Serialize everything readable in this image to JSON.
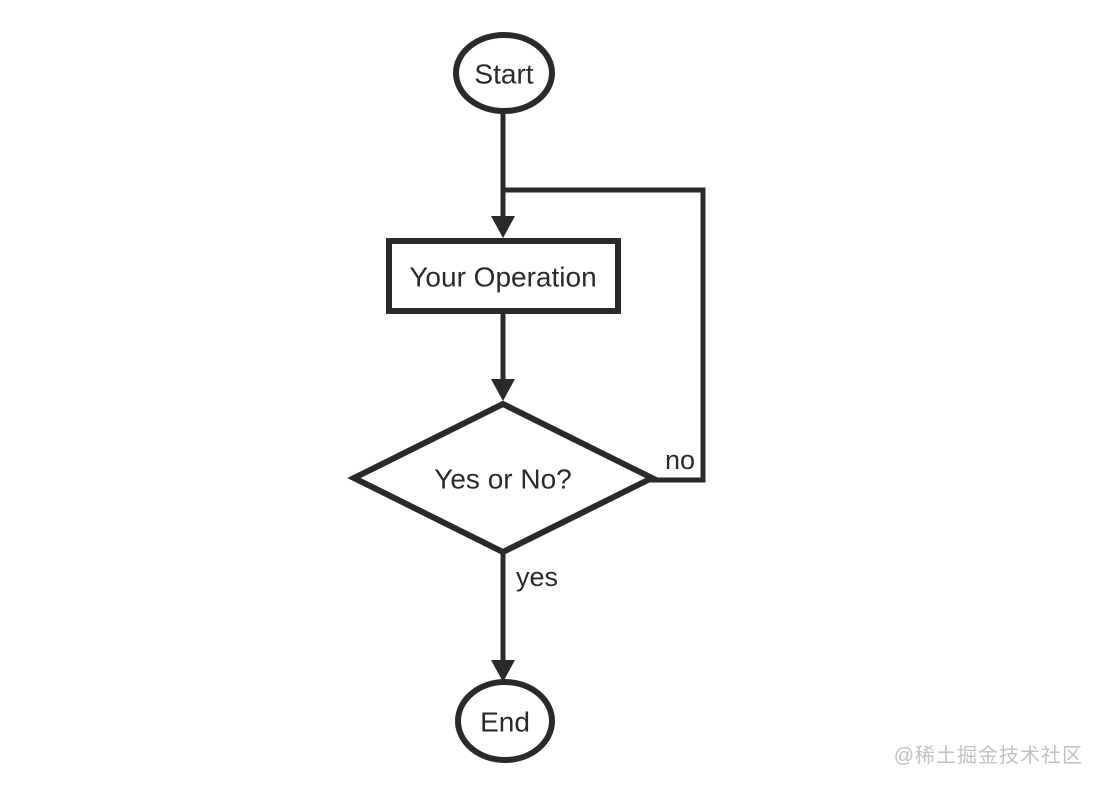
{
  "canvas": {
    "background": "#ffffff",
    "stroke_color": "#2a2a2a",
    "text_color": "#2a2a2a"
  },
  "flowchart": {
    "nodes": {
      "start": {
        "label": "Start",
        "shape": "ellipse"
      },
      "operation": {
        "label": "Your Operation",
        "shape": "rectangle"
      },
      "decision": {
        "label": "Yes or No?",
        "shape": "diamond"
      },
      "end": {
        "label": "End",
        "shape": "ellipse"
      }
    },
    "edges": {
      "no_branch": {
        "label": "no"
      },
      "yes_branch": {
        "label": "yes"
      }
    }
  },
  "watermark": {
    "text": "@稀土掘金技术社区",
    "color": "#c2c2c2"
  }
}
